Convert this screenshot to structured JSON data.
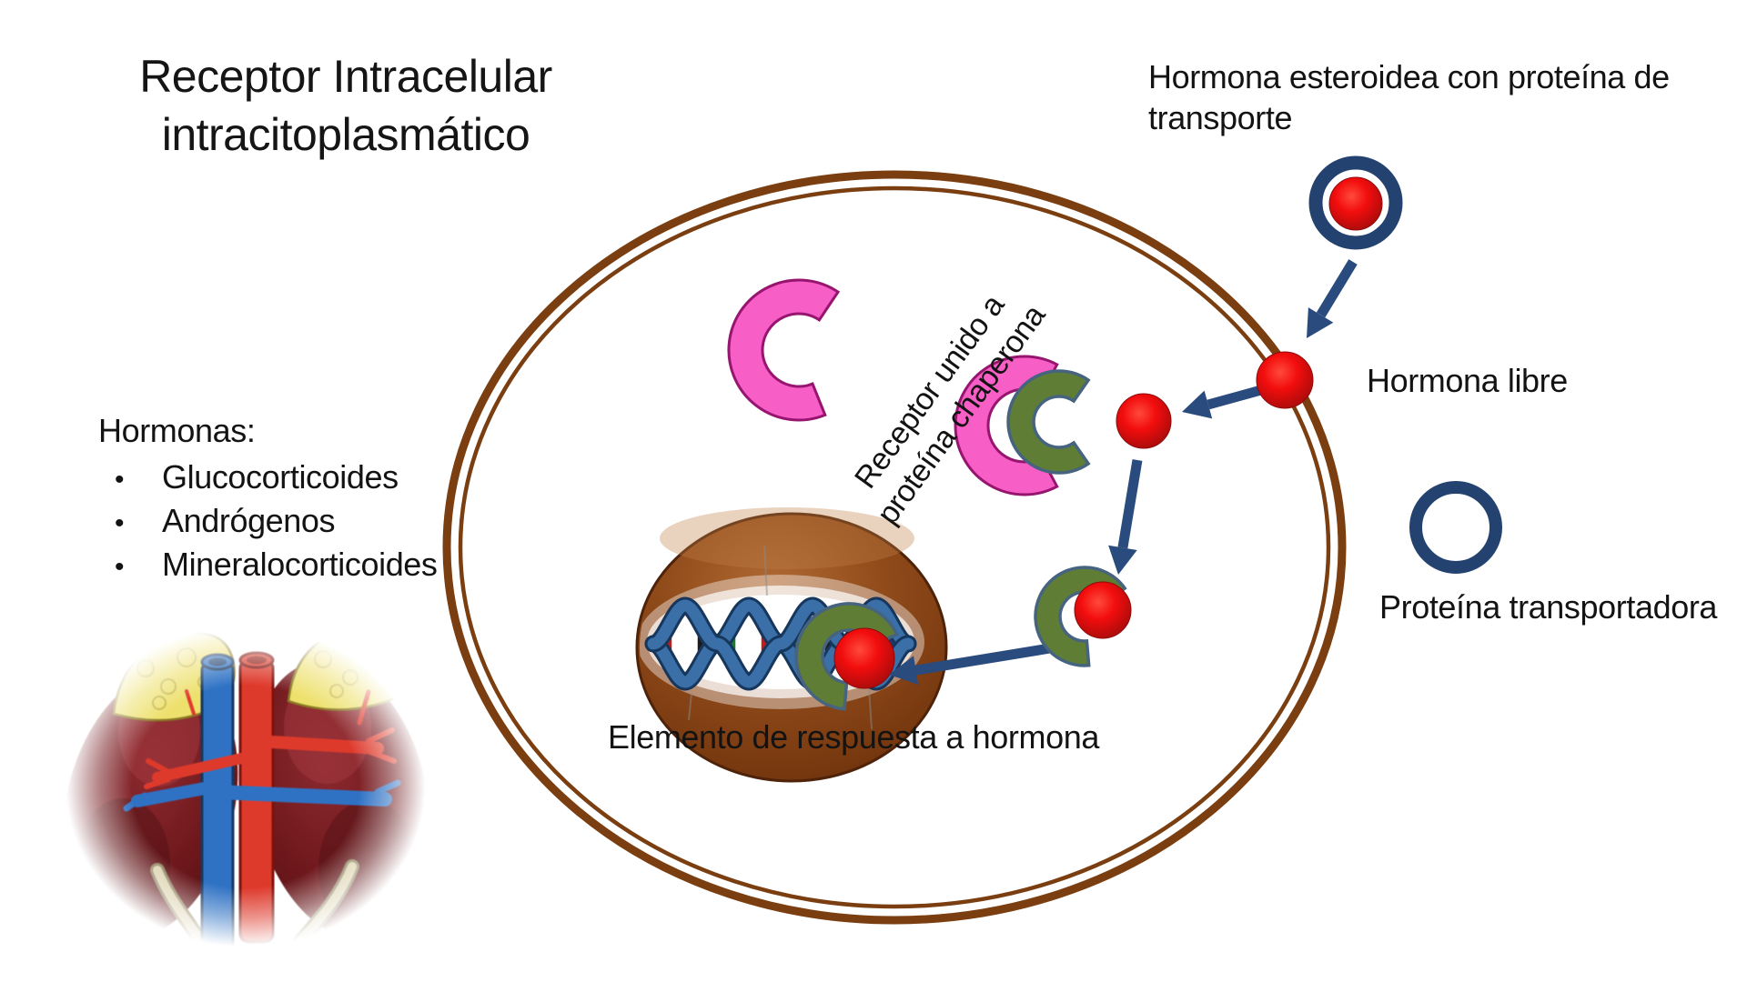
{
  "slide": {
    "title_line1": "Receptor Intracelular",
    "title_line2": "intracitoplasmático"
  },
  "labels": {
    "steroid_hormone_line1": "Hormona esteroidea con proteína de",
    "steroid_hormone_line2": "transporte",
    "free_hormone": "Hormona libre",
    "transport_protein": "Proteína transportadora",
    "chaperone_line1": "Receptor unido a",
    "chaperone_line2": "proteína chaperona",
    "response_element": "Elemento de respuesta a hormona"
  },
  "hormones": {
    "heading": "Hormonas:",
    "bullet": "•",
    "items": [
      "Glucocorticoides",
      "Andrógenos",
      "Mineralocorticoides"
    ]
  },
  "colors": {
    "arrow_navy": "#2A4B7D",
    "ring_navy": "#24426F",
    "hormone_red": "#E81010",
    "membrane_brown": "#7A3E10",
    "nucleus_brown": "#8F4A1A",
    "receptor_green": "#5F7D35",
    "chaperone_pink": "#F75EC6",
    "dna_blue": "#3A6FA8",
    "kidney_maroon": "#6E181C",
    "adrenal_yellow": "#EDE06C"
  }
}
